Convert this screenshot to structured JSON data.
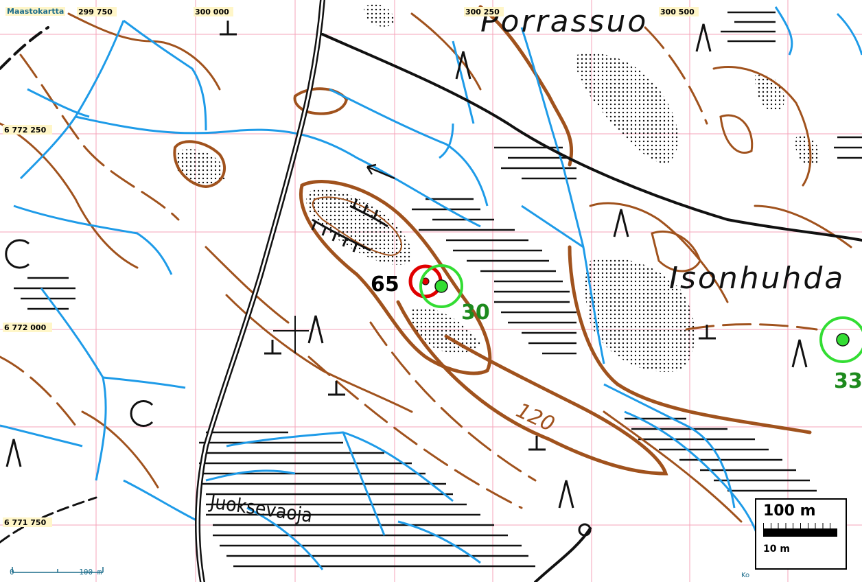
{
  "brand": "Maastokartta",
  "grid": {
    "easting_labels": [
      "299 750",
      "300 000",
      "300 250",
      "300 500"
    ],
    "northing_labels": [
      "6 772 250",
      "6 772 000",
      "6 771 750"
    ]
  },
  "place_names": {
    "top": "Porrassuo",
    "right": "Isonhuhda",
    "bottom_left": "Juoksevaoja"
  },
  "contour_label": "120",
  "controls": [
    {
      "label": "65",
      "color": "#000000"
    },
    {
      "label": "30",
      "color": "#1d8a1d"
    },
    {
      "label": "33",
      "color": "#1d8a1d"
    }
  ],
  "scale": {
    "big": "100 m",
    "small": "10 m",
    "mini_start": "0",
    "mini_end": "100 m"
  },
  "corner_label": "Ko",
  "colors": {
    "contour": "#a0521d",
    "water": "#1e9be8",
    "grid": "#f4a3b8",
    "road": "#111111",
    "control_red": "#e00000",
    "control_green": "#33dd33"
  }
}
